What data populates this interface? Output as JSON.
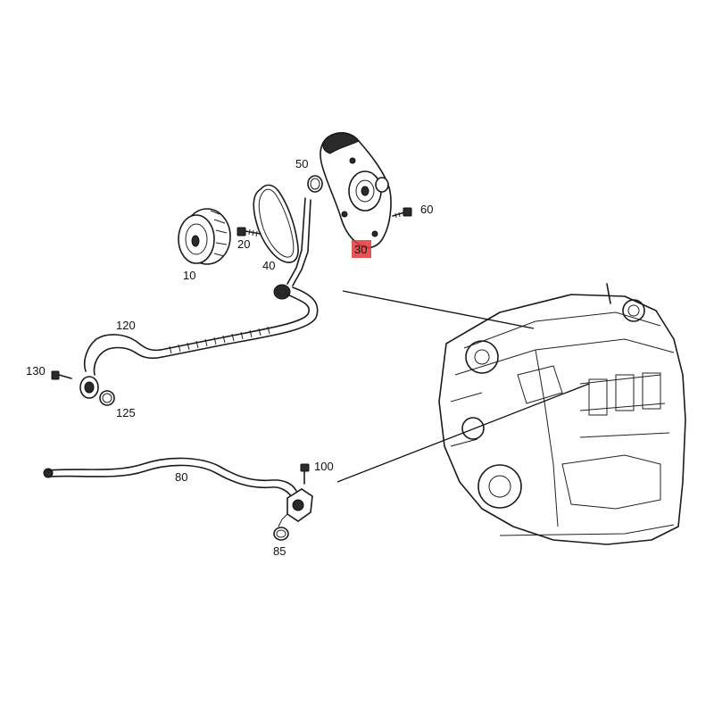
{
  "diagram": {
    "callouts": {
      "c10": "10",
      "c20": "20",
      "c30": "30",
      "c40": "40",
      "c50": "50",
      "c60": "60",
      "c80": "80",
      "c85": "85",
      "c100": "100",
      "c120": "120",
      "c125": "125",
      "c130": "130"
    },
    "highlight_color": "#e0373a"
  }
}
